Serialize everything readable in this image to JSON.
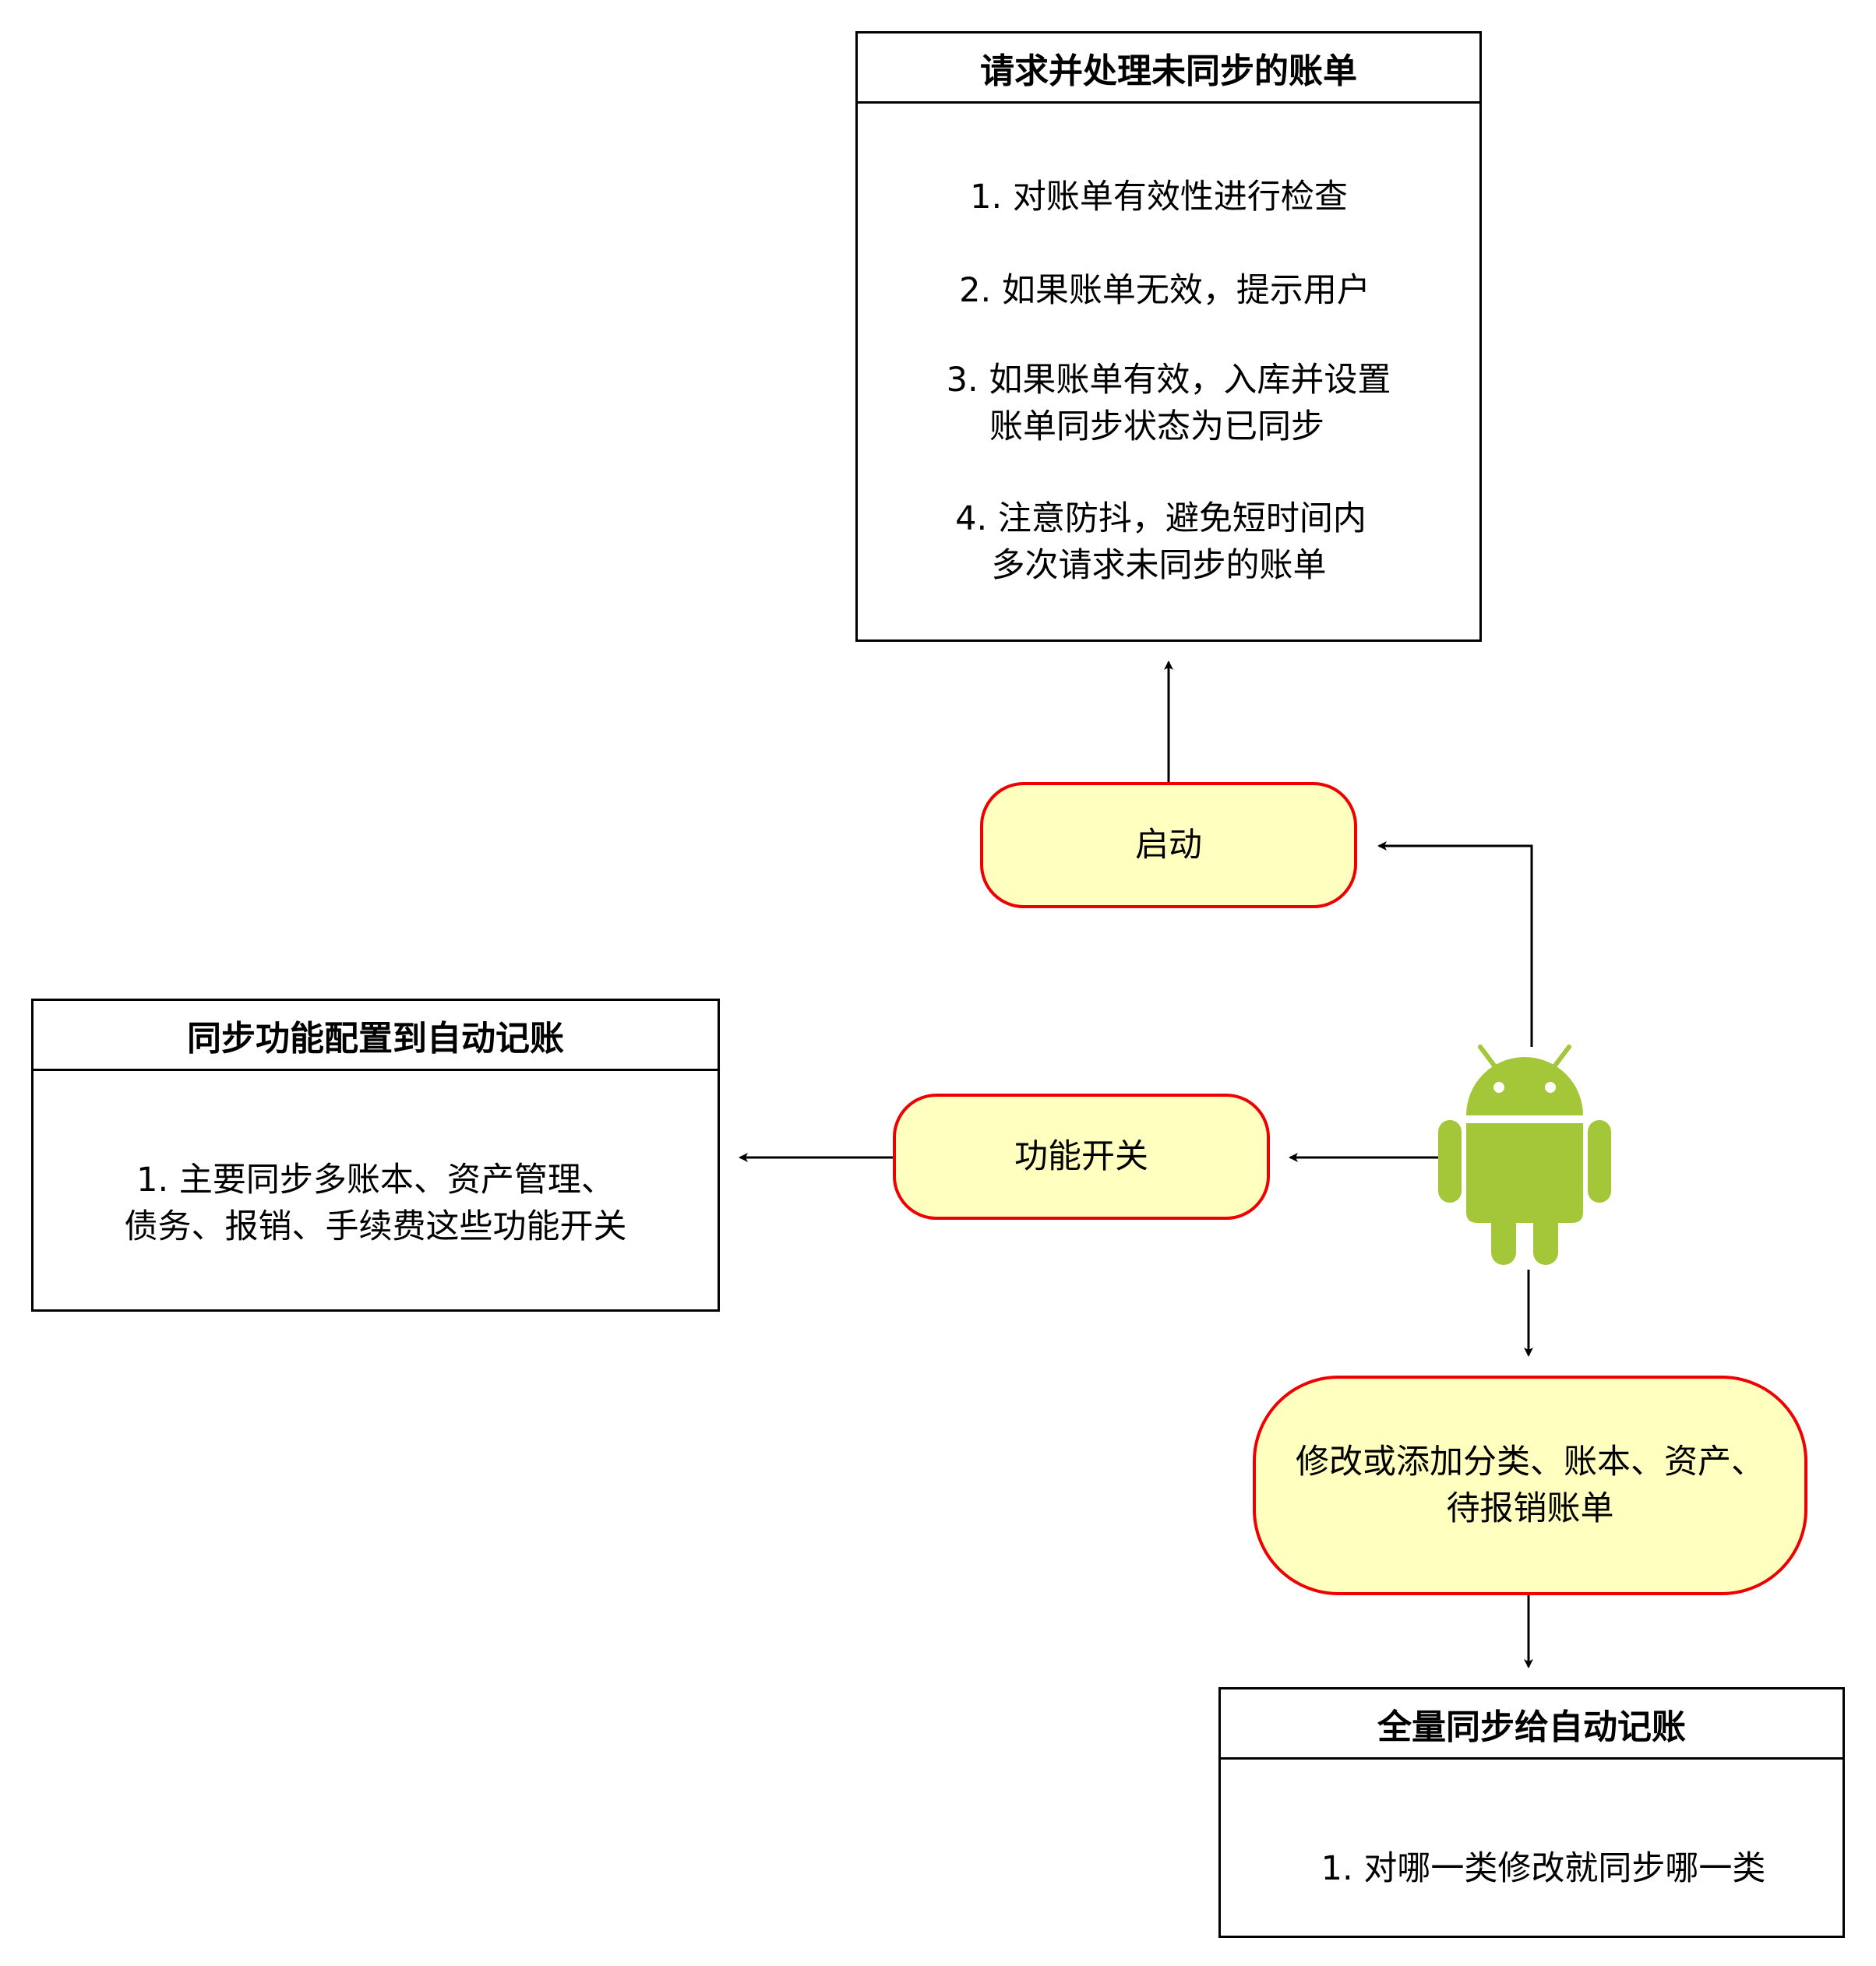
{
  "sync_unsynced": {
    "title": "请求并处理未同步的账单",
    "items": [
      "1. 对账单有效性进行检查",
      "2. 如果账单无效，提示用户",
      "3. 如果账单有效，入库并设置",
      "账单同步状态为已同步",
      "4. 注意防抖，避免短时间内",
      "多次请求未同步的账单"
    ]
  },
  "feature_config": {
    "title": "同步功能配置到自动记账",
    "items": [
      "1. 主要同步多账本、资产管理、",
      "债务、报销、手续费这些功能开关"
    ]
  },
  "full_sync": {
    "title": "全量同步给自动记账",
    "items": [
      "1. 对哪一类修改就同步哪一类"
    ]
  },
  "events": {
    "startup": "启动",
    "feature_switch": "功能开关",
    "modify_line1": "修改或添加分类、账本、资产、",
    "modify_line2": "待报销账单"
  },
  "android_icon": "android-robot-icon",
  "colors": {
    "pill_fill": "#ffffc0",
    "pill_border": "#ee0000",
    "android_green": "#a4c639"
  }
}
